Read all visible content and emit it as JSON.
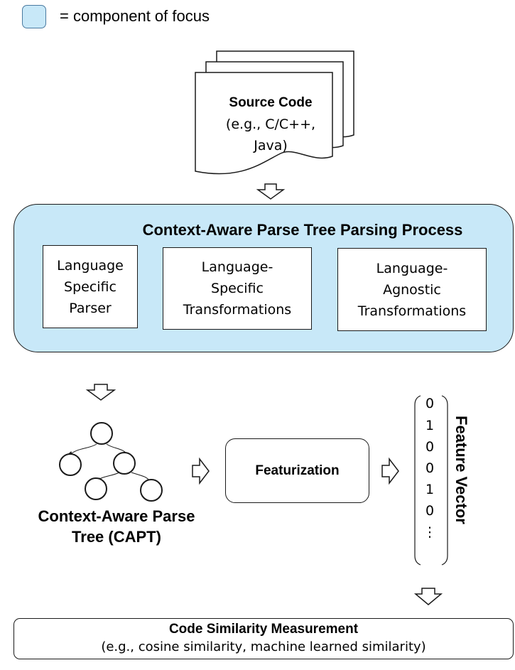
{
  "legend": {
    "text": "= component of focus"
  },
  "source": {
    "title": "Source Code",
    "subtitle_lines": [
      "(e.g., C/C++,",
      "Java)"
    ]
  },
  "parsing": {
    "title": "Context-Aware Parse Tree Parsing Process",
    "stages": [
      {
        "lines": [
          "Language",
          "Specific",
          "Parser"
        ]
      },
      {
        "lines": [
          "Language-",
          "Specific",
          "Transformations"
        ]
      },
      {
        "lines": [
          "Language-",
          "Agnostic",
          "Transformations"
        ]
      }
    ]
  },
  "capt": {
    "label_lines": [
      "Context-Aware Parse",
      "Tree (CAPT)"
    ]
  },
  "featurization": {
    "label": "Featurization"
  },
  "feature_vector": {
    "label": "Feature Vector",
    "values": [
      "0",
      "1",
      "0",
      "0",
      "1",
      "0",
      "⋮"
    ]
  },
  "similarity": {
    "title": "Code Similarity Measurement",
    "subtitle": "(e.g., cosine similarity, machine learned similarity)"
  },
  "colors": {
    "focus_fill": "#c8e8f8",
    "focus_border": "#4a7aa0",
    "stroke": "#1a1a1a"
  }
}
